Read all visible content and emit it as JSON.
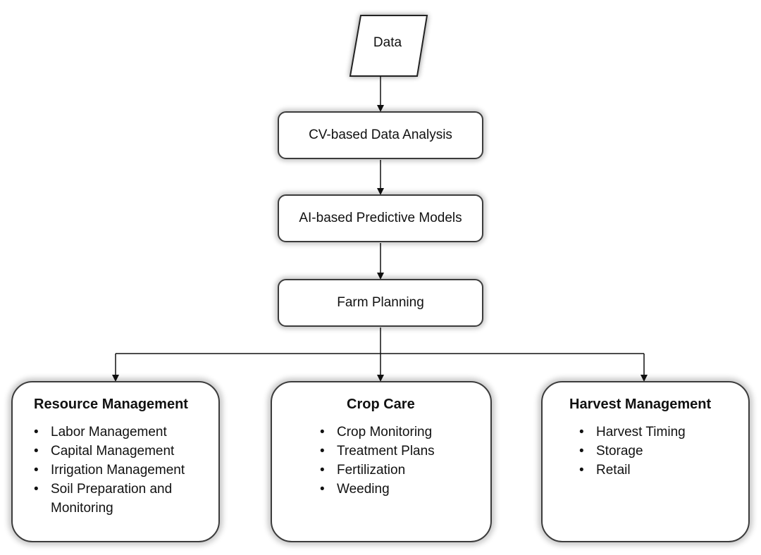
{
  "nodes": {
    "data": "Data",
    "cv_analysis": "CV-based Data Analysis",
    "ai_models": "AI-based Predictive Models",
    "farm_planning": "Farm Planning"
  },
  "cards": {
    "resource": {
      "title": "Resource Management",
      "items": [
        "Labor Management",
        "Capital Management",
        "Irrigation Management",
        "Soil Preparation and Monitoring"
      ]
    },
    "crop": {
      "title": "Crop Care",
      "items": [
        "Crop Monitoring",
        "Treatment Plans",
        "Fertilization",
        "Weeding"
      ]
    },
    "harvest": {
      "title": "Harvest Management",
      "items": [
        "Harvest Timing",
        "Storage",
        "Retail"
      ]
    }
  }
}
